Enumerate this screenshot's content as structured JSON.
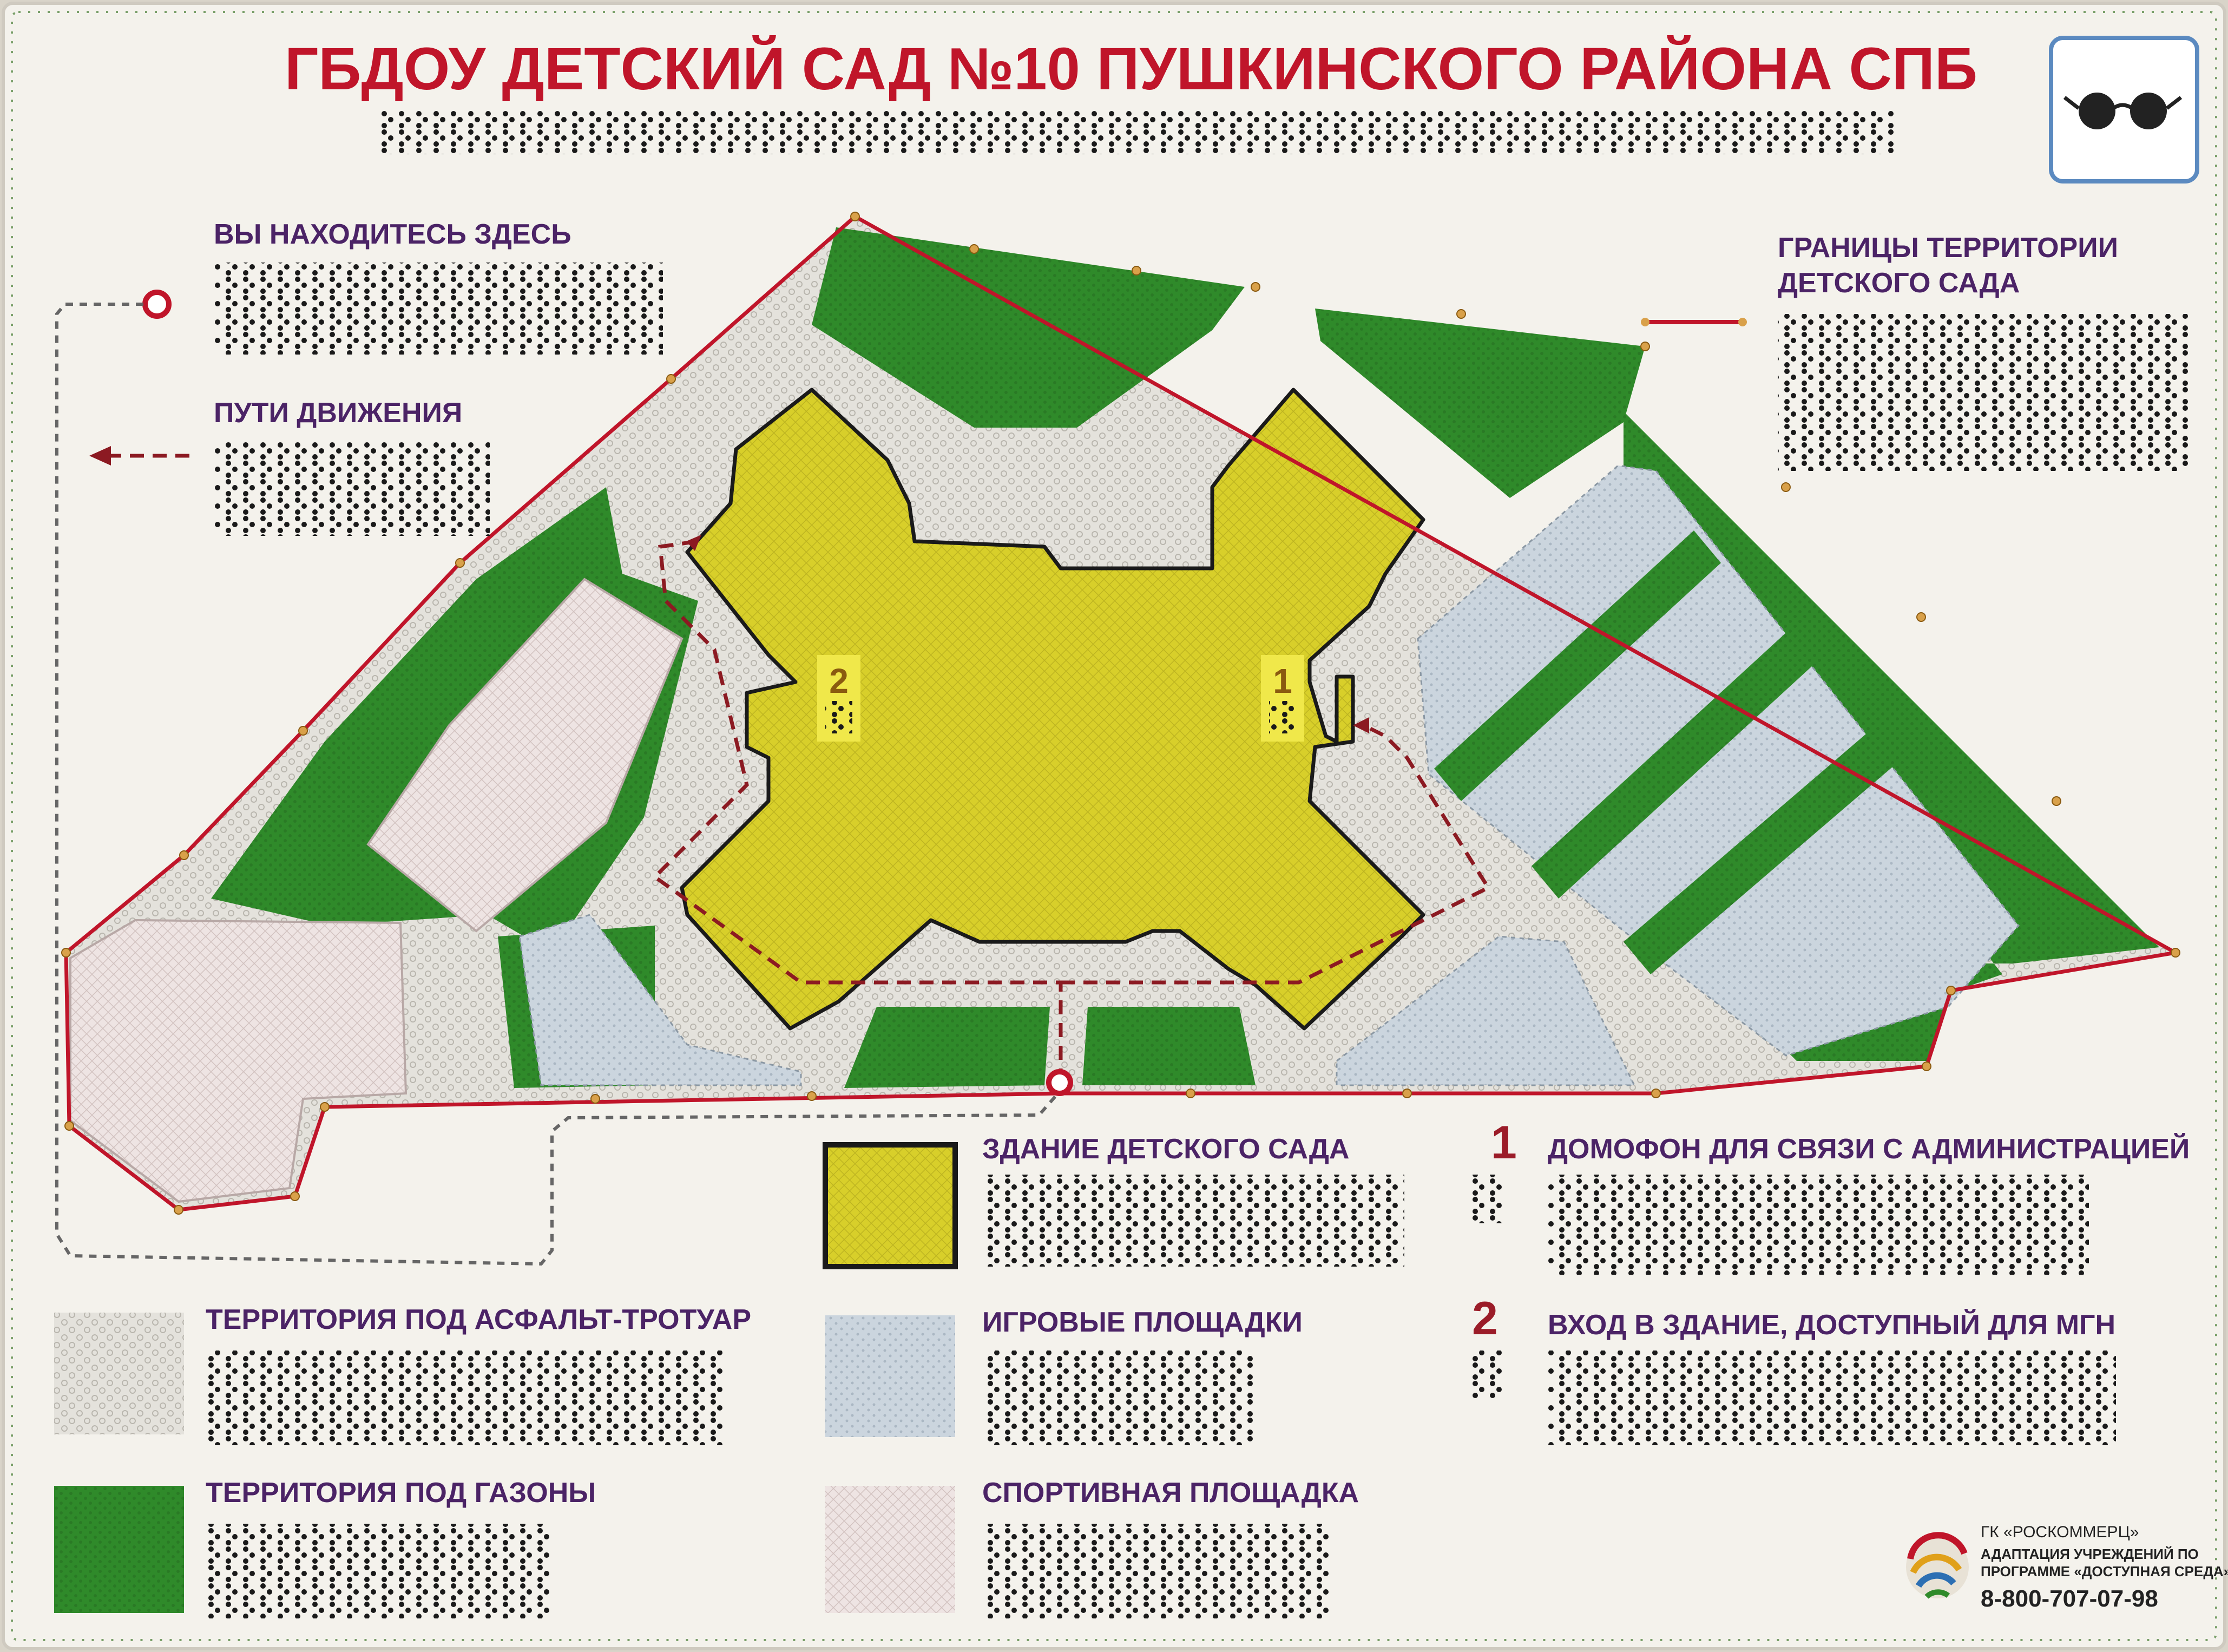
{
  "title": "ГБДОУ ДЕТСКИЙ САД №10 ПУШКИНСКОГО РАЙОНА СПБ",
  "icon": "glasses-icon",
  "labels": {
    "you_are_here": "ВЫ НАХОДИТЕСЬ ЗДЕСЬ",
    "paths": "ПУТИ ДВИЖЕНИЯ",
    "boundary_line1": "ГРАНИЦЫ ТЕРРИТОРИИ",
    "boundary_line2": "ДЕТСКОГО САДА"
  },
  "markers": [
    "1",
    "2"
  ],
  "legend": {
    "building": "ЗДАНИЕ ДЕТСКОГО САДА",
    "asphalt": "ТЕРРИТОРИЯ ПОД АСФАЛЬТ-ТРОТУАР",
    "lawn": "ТЕРРИТОРИЯ ПОД ГАЗОНЫ",
    "playgrounds": "ИГРОВЫЕ ПЛОЩАДКИ",
    "sports": "СПОРТИВНАЯ ПЛОЩАДКА",
    "num1": "1",
    "num1_text": "ДОМОФОН ДЛЯ СВЯЗИ С АДМИНИСТРАЦИЕЙ",
    "num2": "2",
    "num2_text": "ВХОД В ЗДАНИЕ, ДОСТУПНЫЙ ДЛЯ МГН"
  },
  "company": {
    "name": "ГК «РОСКОММЕРЦ»",
    "line1": "АДАПТАЦИЯ УЧРЕЖДЕНИЙ ПО",
    "line2": "ПРОГРАММЕ «ДОСТУПНАЯ СРЕДА»",
    "phone": "8-800-707-07-98"
  },
  "colors": {
    "border": "#c0152a",
    "lawn": "#2f8a2a",
    "building": "#d8cf2a",
    "asphalt": "#e2e0da",
    "playground": "#c9d3dc",
    "sports": "#ece2e2",
    "title": "#c0152a",
    "text": "#4b2366"
  }
}
